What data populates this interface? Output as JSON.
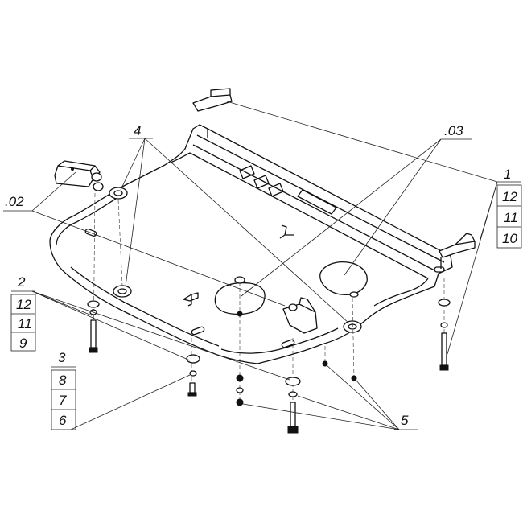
{
  "callouts": {
    "c1": "1",
    "c1_stack": [
      "12",
      "11",
      "10"
    ],
    "c2": "2",
    "c2_stack": [
      "12",
      "11",
      "9"
    ],
    "c3": "3",
    "c3_stack": [
      "8",
      "7",
      "6"
    ],
    "c4": "4",
    "c5": "5",
    "c02": ".02",
    "c03": ".03"
  }
}
